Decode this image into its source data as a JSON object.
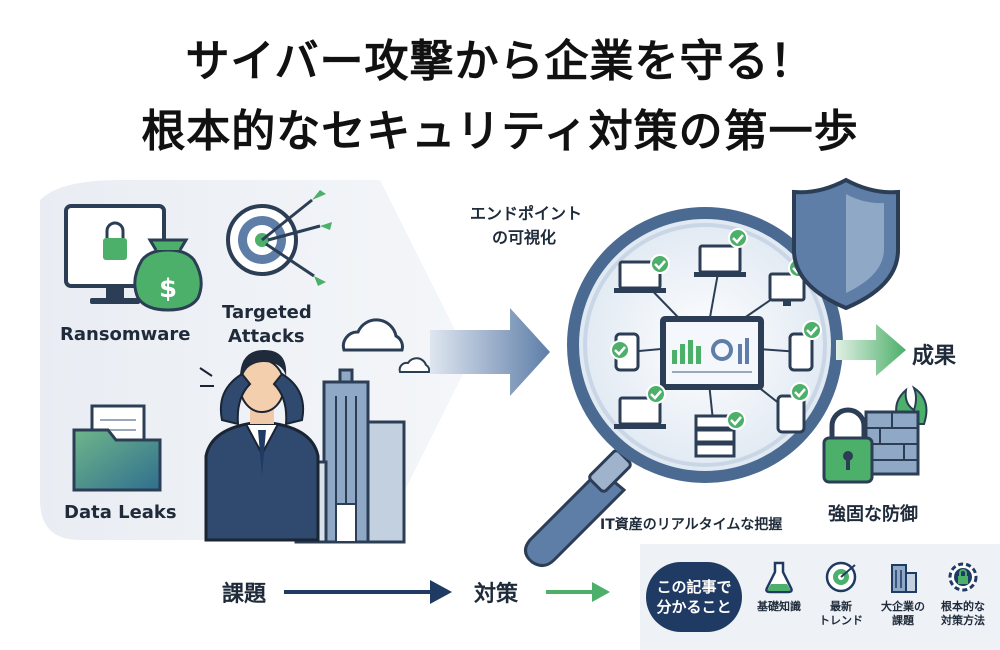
{
  "title": {
    "line1": "サイバー攻撃から企業を守る！",
    "line2": "根本的なセキュリティ対策の第一歩"
  },
  "problems": {
    "ransomware": "Ransomware",
    "targeted_line1": "Targeted",
    "targeted_line2": "Attacks",
    "data_leaks": "Data Leaks"
  },
  "solution": {
    "endpoint_line1": "エンドポイント",
    "endpoint_line2": "の可視化",
    "realtime": "IT資産のリアルタイムな把握",
    "result": "成果",
    "defense": "強固な防御"
  },
  "flow": {
    "issue": "課題",
    "measure": "対策"
  },
  "summary": {
    "badge_line1": "この記事で",
    "badge_line2": "分かること",
    "items": [
      {
        "line1": "基礎知識",
        "line2": "",
        "icon": "flask-icon"
      },
      {
        "line1": "最新",
        "line2": "トレンド",
        "icon": "target-icon"
      },
      {
        "line1": "大企業の",
        "line2": "課題",
        "icon": "building-icon"
      },
      {
        "line1": "根本的な",
        "line2": "対策方法",
        "icon": "gear-lock-icon"
      }
    ]
  },
  "colors": {
    "navy": "#1f3b63",
    "steel": "#5e7ea8",
    "green": "#4caf6a",
    "light_bg": "#eef1f6"
  }
}
